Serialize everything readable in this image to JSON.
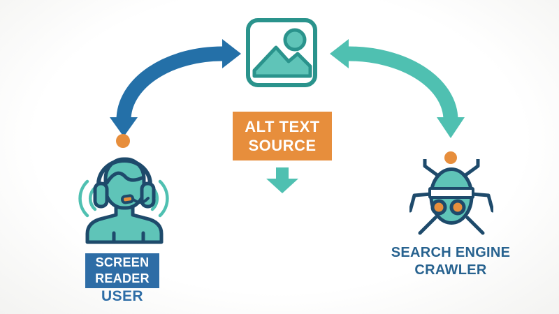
{
  "diagram_title": "alt-text-flow-diagram",
  "colors": {
    "arrow_blue": "#2470a8",
    "arrow_teal": "#4fc0b1",
    "orange_accent": "#e78e3c",
    "navy_outline": "#1e4a6b",
    "teal_fill": "#5fc4b8",
    "image_icon_stroke": "#2a938c",
    "alt_box_bg": "#e78e3c",
    "alt_box_text": "#ffffff",
    "screen_reader_box_bg": "#2e6da6",
    "screen_reader_box_text": "#ffffff",
    "user_caption_text": "#2e6da6",
    "crawler_caption_text": "#27628f",
    "background": "#ffffff"
  },
  "nodes": {
    "image": {
      "icon": "image-icon"
    },
    "alt_source": {
      "line1": "ALT TEXT",
      "line2": "SOURCE"
    },
    "screen_reader_user": {
      "icon": "screen-reader-user-icon",
      "boxed_line1": "SCREEN",
      "boxed_line2": "READER",
      "caption": "USER"
    },
    "search_engine_crawler": {
      "icon": "search-engine-crawler-icon",
      "line1": "SEARCH ENGINE",
      "line2": "CRAWLER"
    }
  },
  "connectors": {
    "left_arrow": "blue curved double-headed arrow between image and screen reader user",
    "right_arrow": "teal curved double-headed arrow between image and search engine crawler",
    "alt_source_arrow": "teal down arrow below alt text source box",
    "left_dot": "orange dot above screen reader user",
    "right_dot": "orange dot above search engine crawler"
  }
}
